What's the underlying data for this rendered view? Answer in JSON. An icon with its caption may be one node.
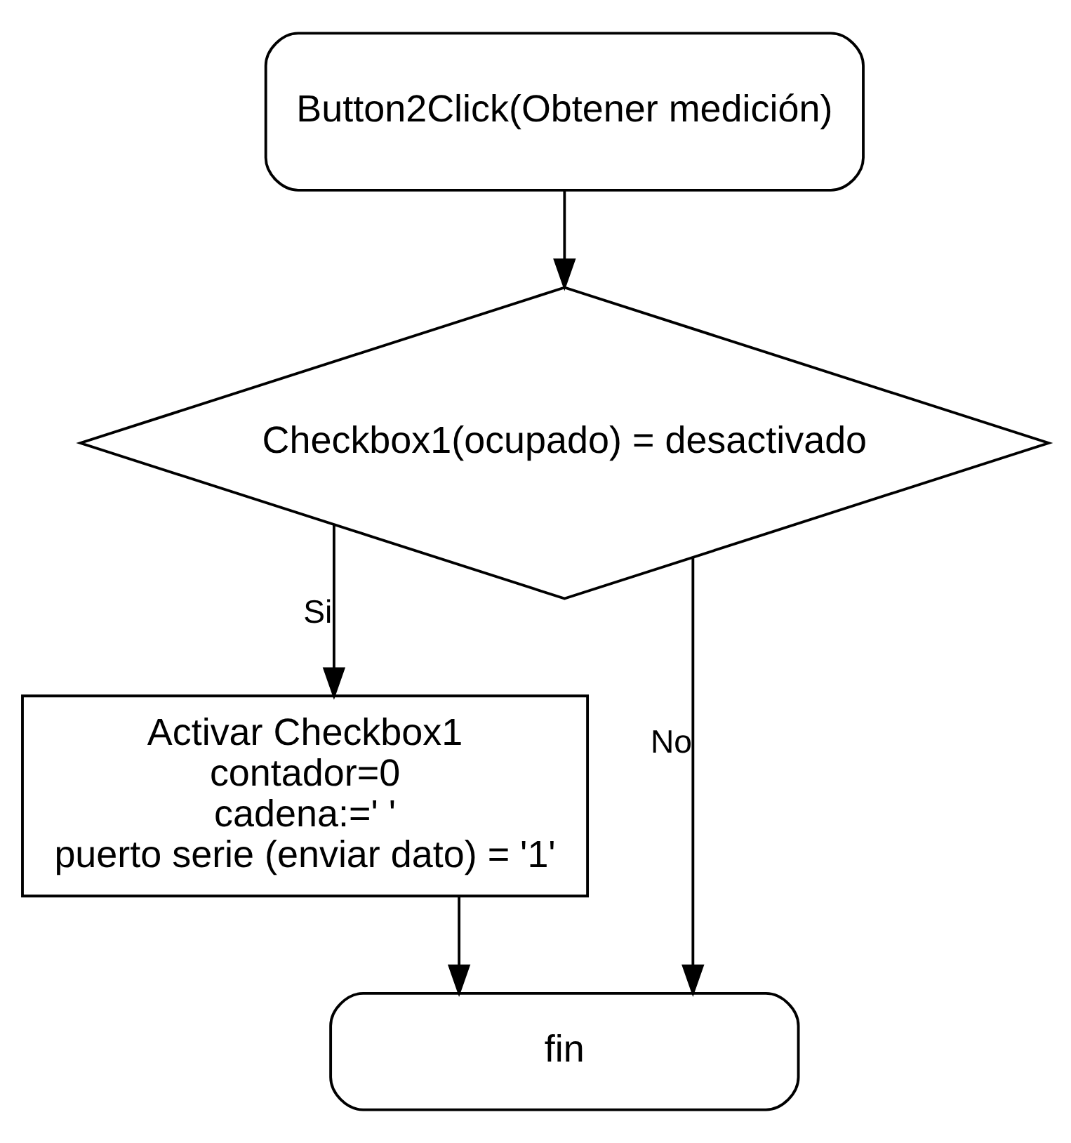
{
  "diagram": {
    "nodes": [
      {
        "text": [
          "Button2Click(Obtener medición)"
        ]
      },
      {
        "text": [
          "Checkbox1(ocupado) = desactivado"
        ]
      },
      {
        "text": [
          "Activar Checkbox1",
          "contador=0",
          "cadena:=' '",
          "puerto serie (enviar dato) = '1'"
        ]
      },
      {
        "text": [
          "fin"
        ]
      }
    ],
    "edges": [
      {
        "from": 0,
        "to": 1,
        "arrow": "to"
      },
      {
        "from": 1,
        "to": 2,
        "arrow": "to",
        "label": "Si"
      },
      {
        "from": 1,
        "to": 3,
        "arrow": "to",
        "label": "No"
      },
      {
        "from": 2,
        "to": 3,
        "arrow": "to"
      }
    ]
  }
}
